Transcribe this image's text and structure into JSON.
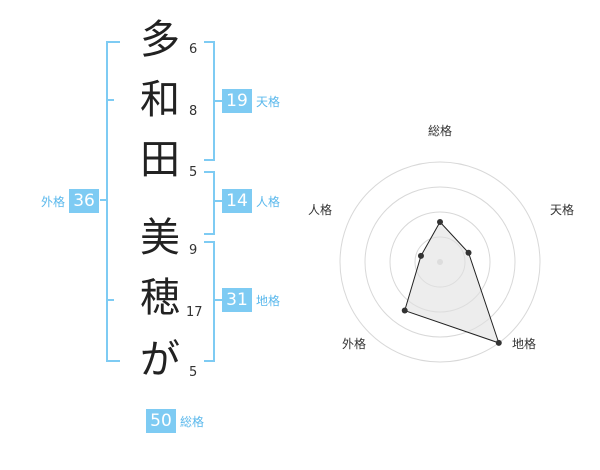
{
  "name": {
    "chars": [
      "多",
      "和",
      "田",
      "美",
      "穂",
      "が"
    ],
    "strokes": [
      "6",
      "8",
      "5",
      "9",
      "17",
      "5"
    ]
  },
  "fortune": {
    "tenkaku": {
      "value": "19",
      "label": "天格"
    },
    "jinkaku": {
      "value": "14",
      "label": "人格"
    },
    "chikaku": {
      "value": "31",
      "label": "地格"
    },
    "gaikaku": {
      "value": "36",
      "label": "外格"
    },
    "soukaku": {
      "value": "50",
      "label": "総格"
    }
  },
  "radar": {
    "axes": [
      "総格",
      "天格",
      "地格",
      "外格",
      "人格"
    ],
    "levels": [
      0.4,
      0.3,
      1.0,
      0.6,
      0.2
    ]
  },
  "colors": {
    "accent": "#7ecbf3",
    "accent_text": "#5ab8ec"
  }
}
